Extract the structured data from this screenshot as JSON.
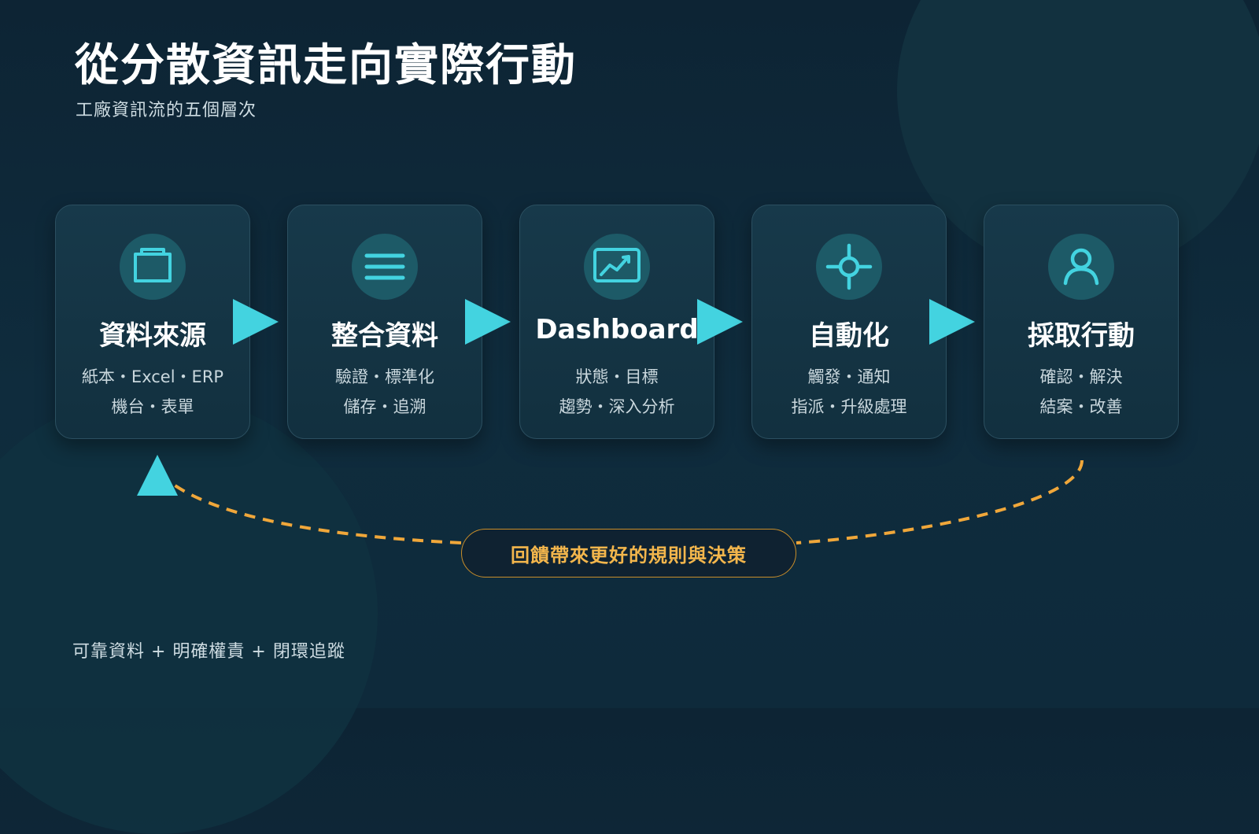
{
  "title": "從分散資訊走向實際行動",
  "subtitle": "工廠資訊流的五個層次",
  "stages": [
    {
      "icon": "folder-icon",
      "title": "資料來源",
      "line1": "紙本・Excel・ERP",
      "line2": "機台・表單"
    },
    {
      "icon": "list-icon",
      "title": "整合資料",
      "line1": "驗證・標準化",
      "line2": "儲存・追溯"
    },
    {
      "icon": "trend-chart-icon",
      "title": "Dashboard",
      "line1": "狀態・目標",
      "line2": "趨勢・深入分析"
    },
    {
      "icon": "crosshair-icon",
      "title": "自動化",
      "line1": "觸發・通知",
      "line2": "指派・升級處理"
    },
    {
      "icon": "person-icon",
      "title": "採取行動",
      "line1": "確認・解決",
      "line2": "結案・改善"
    }
  ],
  "feedback_label": "回饋帶來更好的規則與決策",
  "footer": "可靠資料 + 明確權責 + 閉環追蹤",
  "colors": {
    "accent": "#43d3e0",
    "feedback": "#f3b64c",
    "background": "#0d2434",
    "card": "#15374a"
  }
}
